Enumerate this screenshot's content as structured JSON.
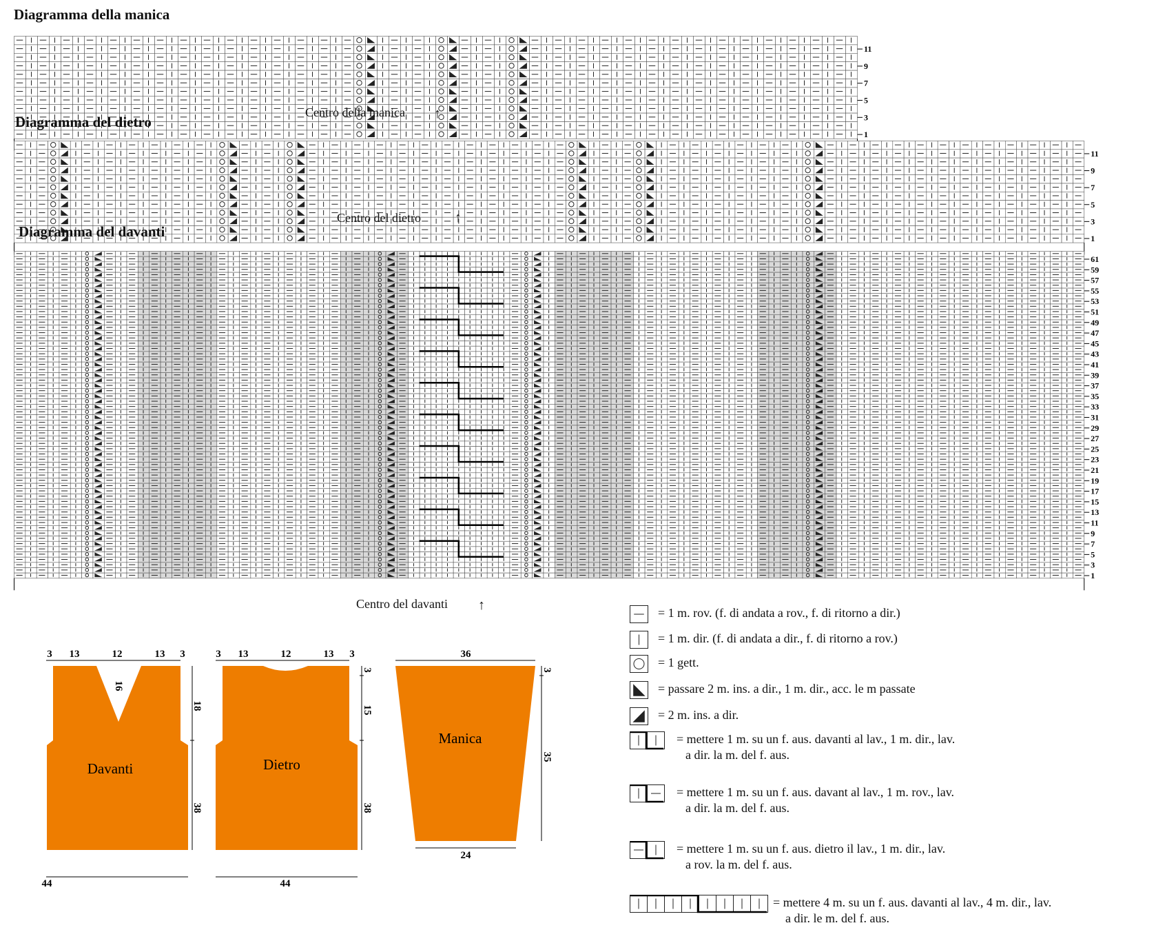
{
  "sleeve": {
    "title": "Diagramma della manica",
    "center_label": "Centro della manica",
    "row_numbers": [
      "11",
      "9",
      "7",
      "5",
      "3",
      "1"
    ]
  },
  "back": {
    "title": "Diagramma del dietro",
    "center_label": "Centro del dietro",
    "row_numbers": [
      "11",
      "9",
      "7",
      "5",
      "3",
      "1"
    ]
  },
  "front": {
    "title": "Diagramma del davanti",
    "center_label": "Centro del davanti",
    "row_numbers": [
      "61",
      "59",
      "57",
      "55",
      "53",
      "51",
      "49",
      "47",
      "45",
      "43",
      "41",
      "39",
      "37",
      "35",
      "33",
      "31",
      "29",
      "27",
      "25",
      "23",
      "21",
      "19",
      "17",
      "15",
      "13",
      "11",
      "9",
      "7",
      "5",
      "3",
      "1"
    ]
  },
  "legend": [
    {
      "symbol": "purl-icon",
      "text": "=  1 m. rov. (f. di andata a rov., f. di ritorno a dir.)"
    },
    {
      "symbol": "knit-icon",
      "text": "=  1 m. dir. (f. di andata a dir., f. di ritorno a rov.)"
    },
    {
      "symbol": "yarn-over-icon",
      "text": "=  1 gett."
    },
    {
      "symbol": "ssk-icon",
      "text": "=  passare 2 m. ins. a dir., 1 m. dir., acc. le m passate"
    },
    {
      "symbol": "k2tog-icon",
      "text": "=  2 m. ins. a dir."
    },
    {
      "symbol": "cable-front-knit-icon",
      "text": "= mettere 1 m. su un f. aus. davanti al lav., 1 m. dir., lav.",
      "text2": "a dir. la m. del f. aus."
    },
    {
      "symbol": "cable-front-purl-icon",
      "text": "= mettere 1 m. su un f. aus. davant al lav., 1 m. rov., lav.",
      "text2": "a dir. la m. del f. aus."
    },
    {
      "symbol": "cable-back-icon",
      "text": "=  mettere 1 m. su un f. aus. dietro il lav., 1 m. dir., lav.",
      "text2": "a rov. la m. del f. aus."
    },
    {
      "symbol": "cable-4x4-icon",
      "text": "= mettere 4 m. su un f. aus. davanti al lav., 4 m. dir., lav.",
      "text2": "a dir. le m. del f. aus."
    }
  ],
  "schematics": {
    "front": {
      "label": "Davanti",
      "top": [
        "3",
        "13",
        "12",
        "13",
        "3"
      ],
      "neck_depth": "16",
      "armhole": "18",
      "side": "38",
      "bottom": "44"
    },
    "back": {
      "label": "Dietro",
      "top": [
        "3",
        "13",
        "12",
        "13",
        "3"
      ],
      "neck": "3",
      "armhole": "15",
      "side": "38",
      "bottom": "44"
    },
    "sleeve": {
      "label": "Manica",
      "top": "36",
      "cap": "3",
      "length": "35",
      "bottom": "24"
    },
    "fill_color": "#EE7D00"
  }
}
